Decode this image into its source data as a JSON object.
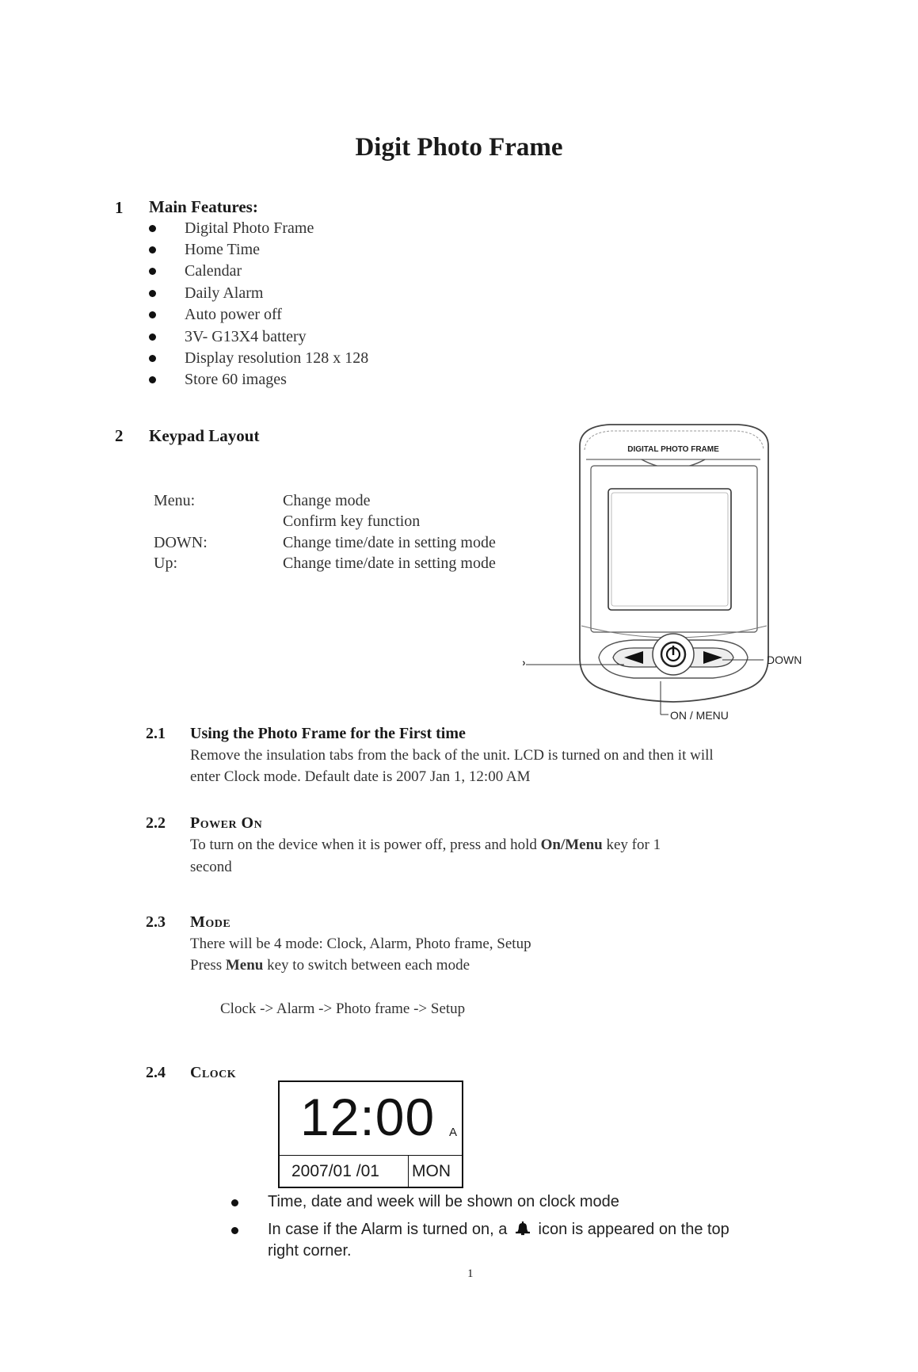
{
  "title": "Digit Photo Frame",
  "section1": {
    "number": "1",
    "title": "Main Features:",
    "features": [
      "Digital Photo Frame",
      "Home Time",
      "Calendar",
      "Daily Alarm",
      "Auto power off",
      "3V- G13X4 battery",
      "Display resolution 128 x 128",
      "Store 60 images"
    ]
  },
  "section2": {
    "number": "2",
    "title": "Keypad Layout",
    "keys": [
      {
        "key": "Menu:",
        "desc": "Change mode"
      },
      {
        "key": "",
        "desc": "Confirm key function"
      },
      {
        "key": "DOWN:",
        "desc": "Change time/date in setting mode"
      },
      {
        "key": "Up:",
        "desc": "Change time/date in setting mode"
      }
    ]
  },
  "device": {
    "brand": "DIGITAL PHOTO FRAME",
    "up_label": "UP",
    "down_label": "DOWN",
    "menu_label": "ON / MENU"
  },
  "s21": {
    "number": "2.1",
    "title": "Using the Photo Frame for the First time",
    "line1": "Remove the insulation tabs from the back of the unit. LCD is turned on and then it will",
    "line2": "enter Clock mode. Default date is 2007 Jan 1, 12:00 AM"
  },
  "s22": {
    "number": "2.2",
    "title": "Power On",
    "line1_pre": "To turn on the device when it is power off, press and hold ",
    "line1_bold": "On/Menu",
    "line1_post": " key for 1",
    "line2": "second"
  },
  "s23": {
    "number": "2.3",
    "title": "Mode",
    "line1": "There will be 4 mode: Clock, Alarm, Photo frame, Setup",
    "line2_pre": "Press ",
    "line2_bold": "Menu",
    "line2_post": " key to switch between each mode",
    "flow": "Clock -> Alarm -> Photo frame -> Setup"
  },
  "s24": {
    "number": "2.4",
    "title": "Clock",
    "lcd_time": "12:00",
    "lcd_ampm": "A",
    "lcd_date": "2007/01 /01",
    "lcd_day": "MON",
    "bullet1": "Time, date and week will be shown on clock mode",
    "bullet2_pre": "In case if the Alarm is turned on, a",
    "bullet2_post": "icon is appeared on the top",
    "bullet2_line2": "right corner."
  },
  "page_number": "1"
}
